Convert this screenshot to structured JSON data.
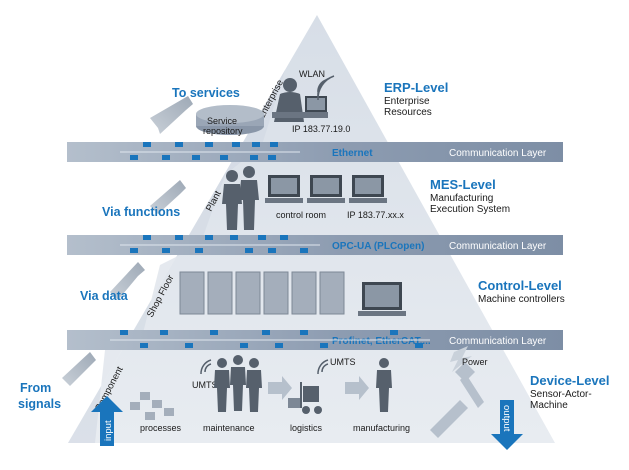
{
  "colors": {
    "accent": "#1a75bc",
    "pyramid_light": "#e4e9ef",
    "pyramid_dark": "#cbd5df",
    "layer_bar": "#8a9ab0",
    "layer_bar_light": "#b8c3d1",
    "arrow_gray": "#a9b3bf"
  },
  "levels": [
    {
      "title": "ERP-Level",
      "sub": [
        "Enterprise",
        "Resources"
      ]
    },
    {
      "title": "MES-Level",
      "sub": [
        "Manufacturing",
        "Execution System"
      ]
    },
    {
      "title": "Control-Level",
      "sub": [
        "Machine controllers"
      ]
    },
    {
      "title": "Device-Level",
      "sub": [
        "Sensor-Actor-",
        "Machine"
      ]
    }
  ],
  "side_labels": {
    "services": "To services",
    "functions": "Via functions",
    "data": "Via data",
    "signals_1": "From",
    "signals_2": "signals"
  },
  "layers": [
    {
      "center": "Ethernet",
      "right": "Communication Layer"
    },
    {
      "center": "OPC-UA (PLCopen)",
      "right": "Communication Layer"
    },
    {
      "center": "Profinet, EtherCAT,...",
      "right": "Communication Layer"
    }
  ],
  "stair_labels": {
    "enterprise": "Enterprise",
    "plant": "Plant",
    "shop_floor": "Shop Floor",
    "component": "Component"
  },
  "erp": {
    "wlan": "WLAN",
    "ip": "IP 183.77.19.0",
    "service_repo_1": "Service",
    "service_repo_2": "repository"
  },
  "mes": {
    "control_room": "control room",
    "ip": "IP 183.77.xx.x"
  },
  "device": {
    "umts_left": "UMTS",
    "umts_right": "UMTS",
    "power": "Power",
    "processes": "processes",
    "maintenance": "maintenance",
    "logistics": "logistics",
    "manufacturing": "manufacturing",
    "input": "input",
    "output": "output"
  },
  "icons": [
    "person-at-computer-icon",
    "wifi-signal-icon",
    "database-icon",
    "workers-icon",
    "monitor-icon",
    "control-cabinet-icon",
    "forklift-icon",
    "robot-arm-icon",
    "conveyor-icon",
    "network-node-icon",
    "arrow-up-icon",
    "arrow-down-icon"
  ]
}
